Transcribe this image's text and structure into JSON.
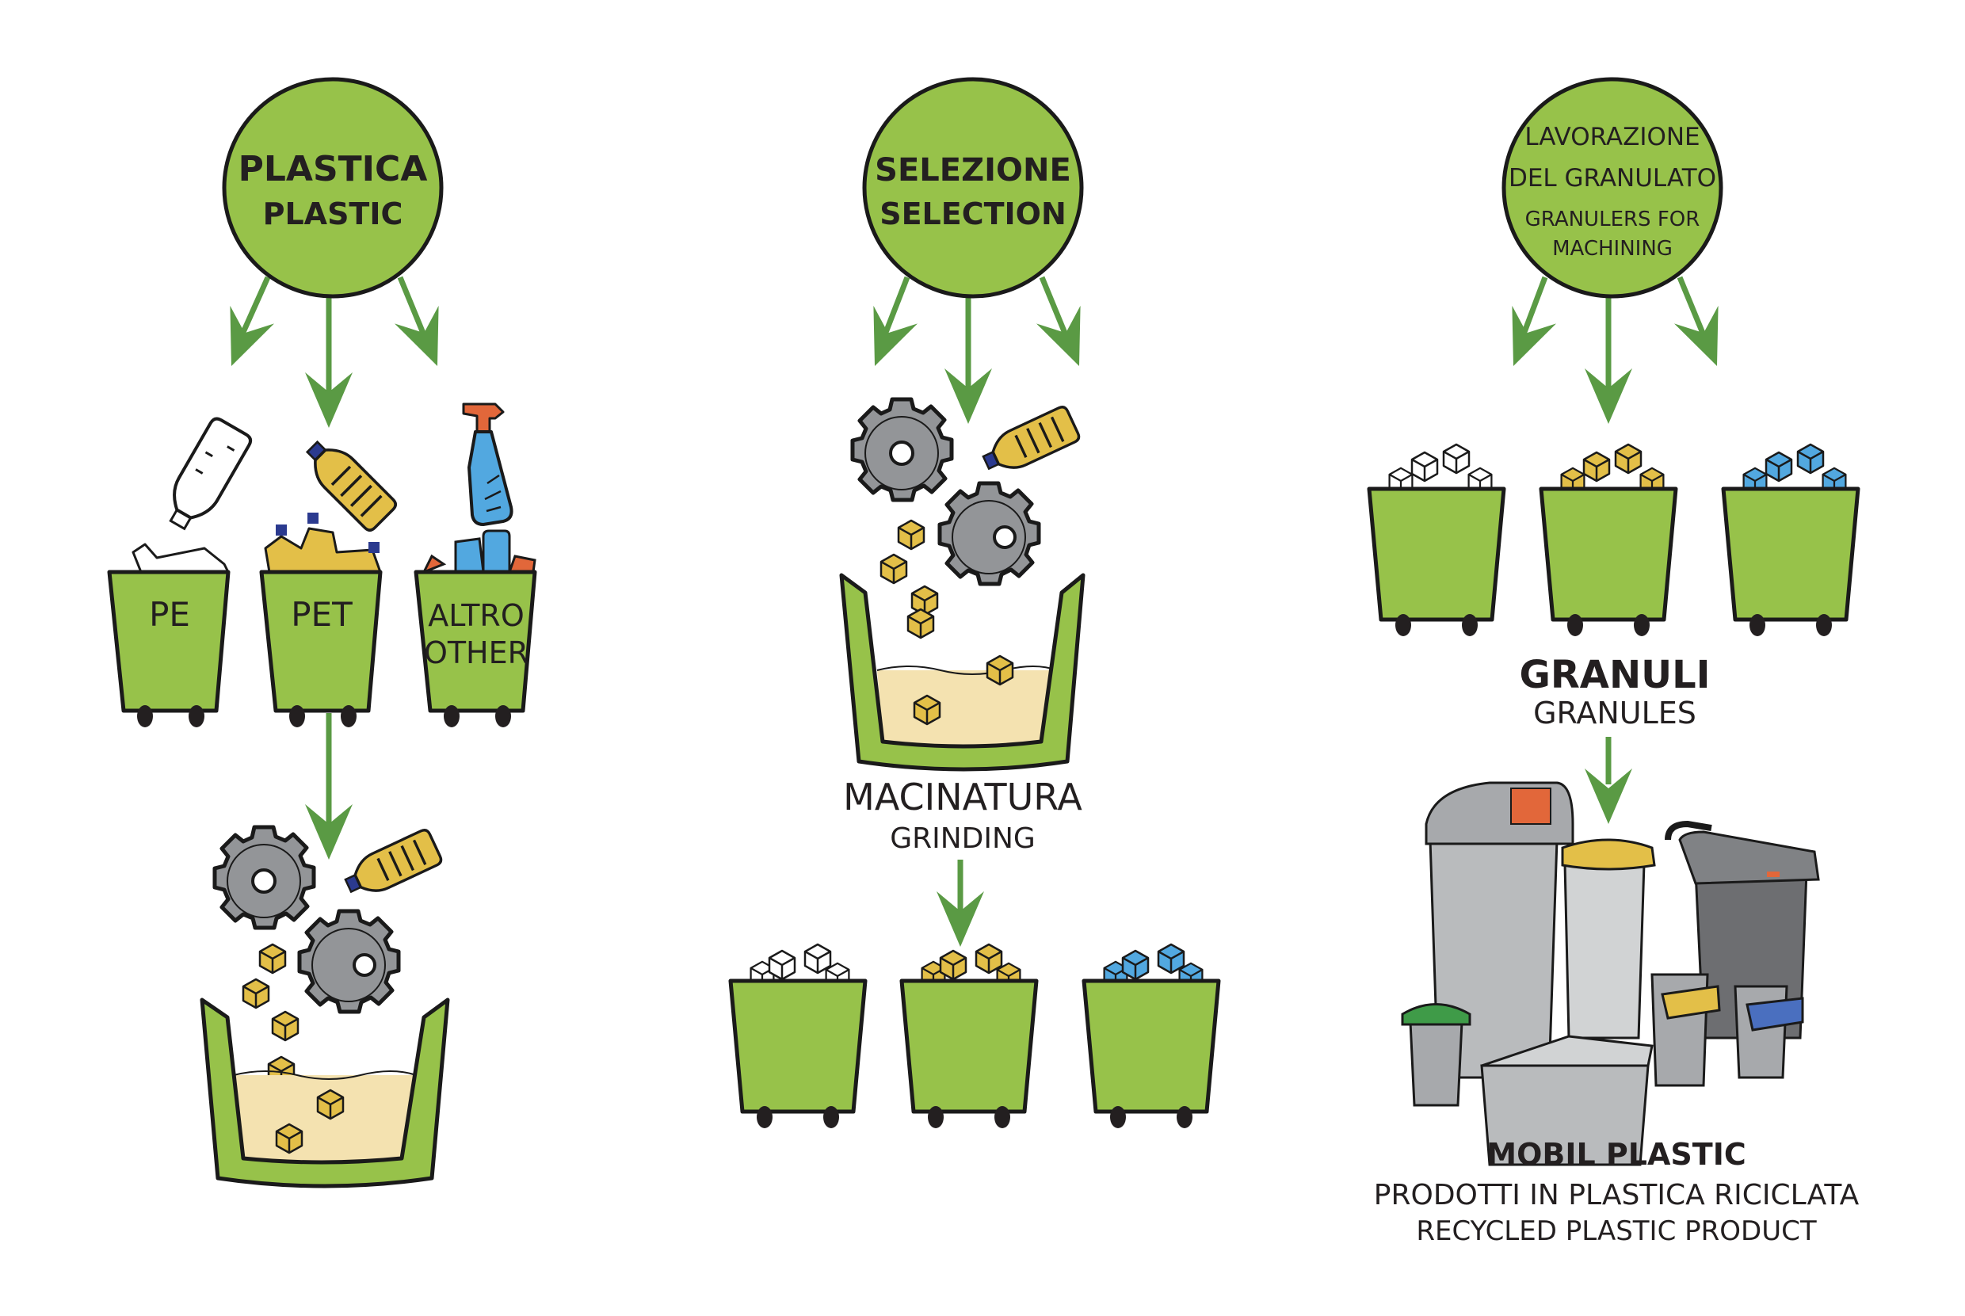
{
  "colors": {
    "bin_green": "#97c24a",
    "arrow_green": "#5a9a44",
    "outline": "#1a1a1a",
    "gear_gray": "#939598",
    "pet_yellow": "#e3bf48",
    "other_blue": "#52a8e0",
    "cap_navy": "#2b3a8f",
    "trigger_orange": "#e2673a",
    "liquid_beige": "#f4e2b0"
  },
  "column_plastic": {
    "circle": {
      "line1": "PLASTICA",
      "line2": "PLASTIC"
    },
    "bins": [
      {
        "label": "PE",
        "label2": "",
        "material": "white"
      },
      {
        "label": "PET",
        "label2": "",
        "material": "yellow"
      },
      {
        "label": "ALTRO",
        "label2": "OTHER",
        "material": "blue"
      }
    ]
  },
  "column_selection": {
    "circle": {
      "line1": "SELEZIONE",
      "line2": "SELECTION"
    },
    "process": {
      "title": "MACINATURA",
      "subtitle": "GRINDING"
    },
    "granule_bins": [
      "white",
      "yellow",
      "blue"
    ]
  },
  "column_granulate": {
    "circle": {
      "line1": "LAVORAZIONE",
      "line2": "DEL GRANULATO",
      "line3": "GRANULERS FOR",
      "line4": "MACHINING"
    },
    "granule_bins": [
      "white",
      "yellow",
      "blue"
    ],
    "granules": {
      "title": "GRANULI",
      "subtitle": "GRANULES"
    },
    "product": {
      "brand": "MOBIL PLASTIC",
      "line_it": "PRODOTTI IN PLASTICA RICICLATA",
      "line_en": "RECYCLED PLASTIC PRODUCT"
    }
  }
}
